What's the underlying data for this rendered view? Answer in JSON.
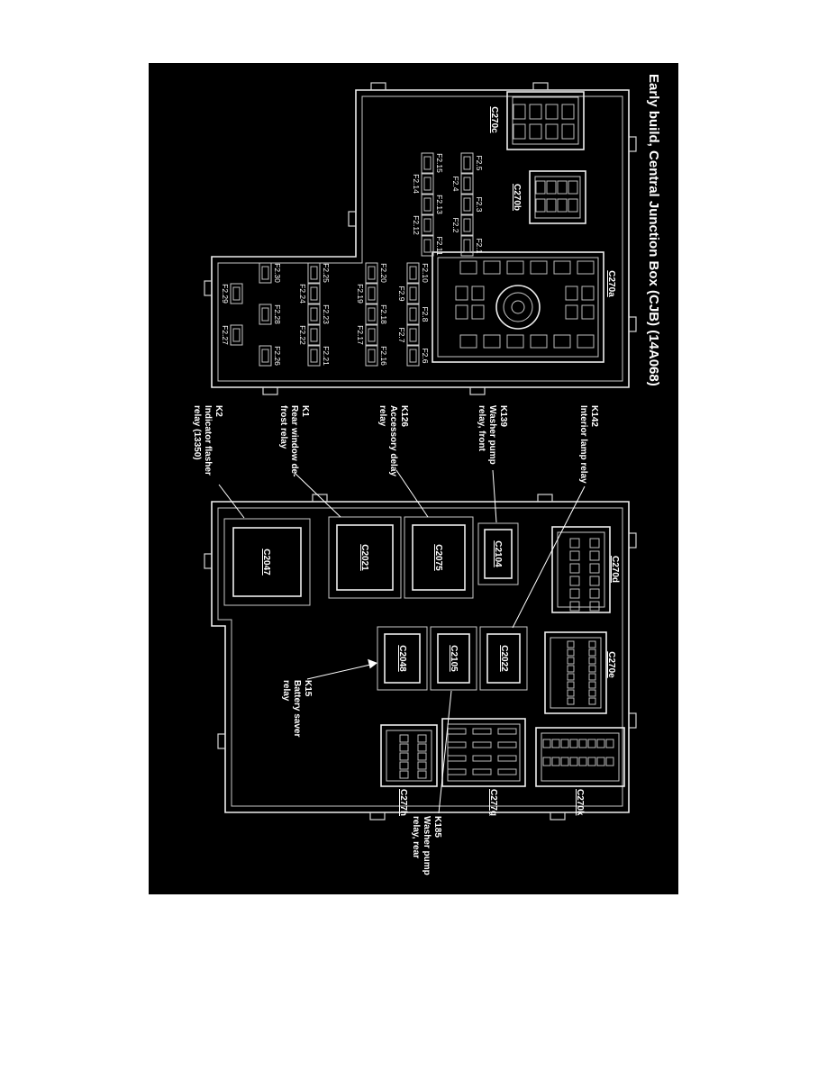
{
  "title": "Early build, Central Junction Box (CJB) (14A068)",
  "colors": {
    "background": "#000000",
    "line": "#ffffff",
    "page": "#ffffff"
  },
  "top_view": {
    "connector_labels": {
      "c270a": "C270a",
      "c270b": "C270b",
      "c270c": "C270c"
    },
    "fuse_rows": [
      [
        "F2.5",
        "F2.4",
        "F2.3",
        "F2.2",
        "F2.1"
      ],
      [
        "F2.15",
        "F2.14",
        "F2.13",
        "F2.12",
        "F2.11"
      ],
      [
        "F2.10",
        "F2.9",
        "F2.8",
        "F2.7",
        "F2.6"
      ],
      [
        "F2.20",
        "F2.19",
        "F2.18",
        "F2.17",
        "F2.16"
      ],
      [
        "F2.25",
        "F2.24",
        "F2.23",
        "F2.22",
        "F2.21"
      ],
      [
        "F2.30",
        "F2.29",
        "F2.28",
        "F2.27",
        "F2.26"
      ]
    ]
  },
  "bottom_view": {
    "relay_labels": {
      "c2047": "C2047",
      "c2021": "C2021",
      "c2075": "C2075",
      "c2104": "C2104",
      "c2048": "C2048",
      "c2105": "C2105",
      "c2022": "C2022"
    },
    "connector_labels": {
      "c270d": "C270d",
      "c270e": "C270e",
      "c277h": "C277h",
      "c277g": "C277g",
      "c270k": "C270k"
    },
    "callouts": [
      {
        "id": "k2",
        "lines": [
          "K2",
          "Indicator flasher",
          "relay (13350)"
        ]
      },
      {
        "id": "k1",
        "lines": [
          "K1",
          "Rear window de-",
          "frost relay"
        ]
      },
      {
        "id": "k126",
        "lines": [
          "K126",
          "Accessory delay",
          "relay"
        ]
      },
      {
        "id": "k139",
        "lines": [
          "K139",
          "Washer pump",
          "relay, front"
        ]
      },
      {
        "id": "k142",
        "lines": [
          "K142",
          "Interior lamp relay"
        ]
      },
      {
        "id": "k15",
        "lines": [
          "K15",
          "Battery saver",
          "relay"
        ]
      },
      {
        "id": "k185",
        "lines": [
          "K185",
          "Washer pump",
          "relay, rear"
        ]
      }
    ]
  }
}
